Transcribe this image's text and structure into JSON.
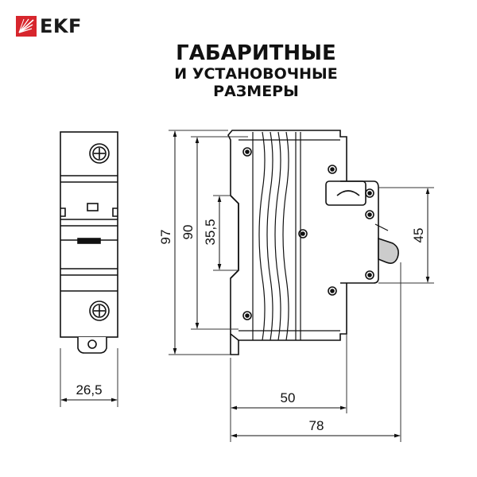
{
  "brand": {
    "name": "EKF",
    "color": "#d7262d"
  },
  "title": {
    "line1": "ГАБАРИТНЫЕ",
    "line2": "И УСТАНОВОЧНЫЕ",
    "line3": "РАЗМЕРЫ"
  },
  "dimensions": {
    "width_front": "26,5",
    "height_total": "97",
    "height_body": "90",
    "height_rail": "35,5",
    "height_face": "45",
    "depth_face": "50",
    "depth_total": "78"
  },
  "colors": {
    "line": "#111111",
    "dim_line": "#333333"
  }
}
